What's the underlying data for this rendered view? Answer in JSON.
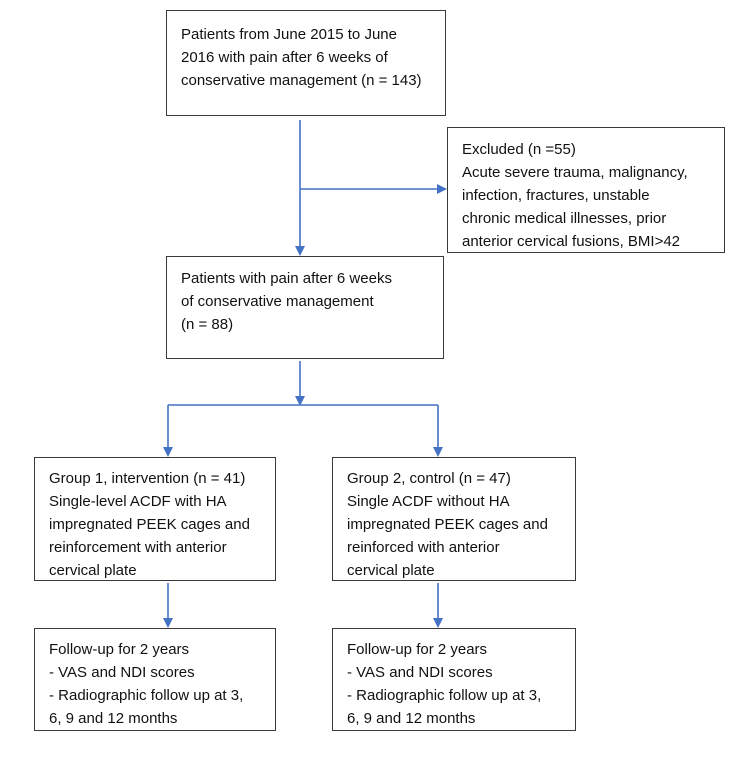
{
  "colors": {
    "arrow": "#4472c4",
    "box_border": "#3a3a3a",
    "text": "#111111"
  },
  "boxes": {
    "screened": {
      "lines": [
        "Patients from June 2015 to June",
        "2016 with pain after 6 weeks of",
        "conservative management (n = 143)"
      ]
    },
    "excluded": {
      "lines": [
        "Excluded (n =55)",
        "Acute severe trauma, malignancy,",
        "infection, fractures, unstable",
        "chronic medical illnesses, prior",
        "anterior cervical fusions, BMI>42"
      ]
    },
    "eligible": {
      "lines": [
        "Patients with pain after 6 weeks",
        "of conservative management",
        "(n = 88)"
      ]
    },
    "group1": {
      "lines": [
        "Group 1, intervention (n = 41)",
        "Single-level ACDF with HA",
        "impregnated PEEK cages and",
        "reinforcement with anterior",
        "cervical plate"
      ]
    },
    "group2": {
      "lines": [
        "Group 2, control (n = 47)",
        "Single ACDF without HA",
        "impregnated PEEK cages and",
        "reinforced with anterior",
        "cervical plate"
      ]
    },
    "followup1": {
      "lines": [
        "Follow-up for 2 years",
        "- VAS and NDI scores",
        "- Radiographic follow up at 3,",
        "6, 9 and 12 months"
      ]
    },
    "followup2": {
      "lines": [
        "Follow-up for 2 years",
        "- VAS and NDI scores",
        "- Radiographic follow up at 3,",
        "6, 9 and 12 months"
      ]
    }
  }
}
